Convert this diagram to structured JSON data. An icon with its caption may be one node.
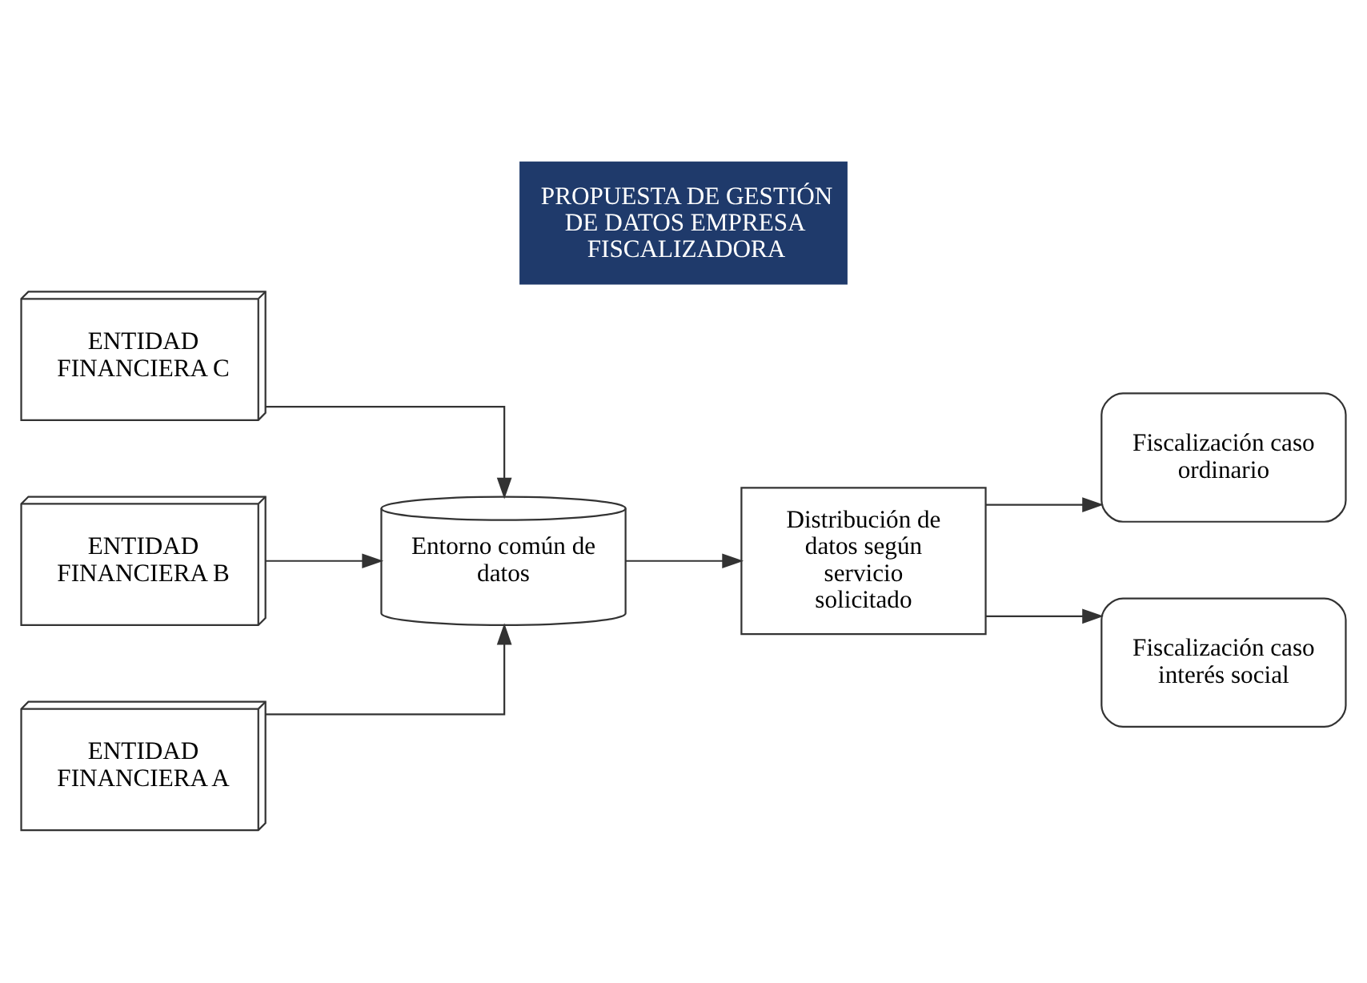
{
  "diagram": {
    "title": "PROPUESTA DE GESTIÓN DE DATOS EMPRESA FISCALIZADORA",
    "nodes": [
      {
        "text": [
          "ENTIDAD FINANCIERA C"
        ]
      },
      {
        "text": [
          "ENTIDAD FINANCIERA B"
        ]
      },
      {
        "text": [
          "ENTIDAD FINANCIERA A"
        ]
      },
      {
        "text": [
          "Entorno común de datos"
        ]
      },
      {
        "text": [
          "Distribución de datos según servicio solicitado"
        ]
      },
      {
        "text": [
          "Fiscalización caso ordinario"
        ]
      },
      {
        "text": [
          "Fiscalización caso interés social"
        ]
      }
    ],
    "edges": [
      {
        "from": 0,
        "to": 3,
        "arrow": "to"
      },
      {
        "from": 1,
        "to": 3,
        "arrow": "to"
      },
      {
        "from": 2,
        "to": 3,
        "arrow": "to"
      },
      {
        "from": 3,
        "to": 4,
        "arrow": "to"
      },
      {
        "from": 4,
        "to": 5,
        "arrow": "to"
      },
      {
        "from": 4,
        "to": 6,
        "arrow": "to"
      }
    ]
  }
}
